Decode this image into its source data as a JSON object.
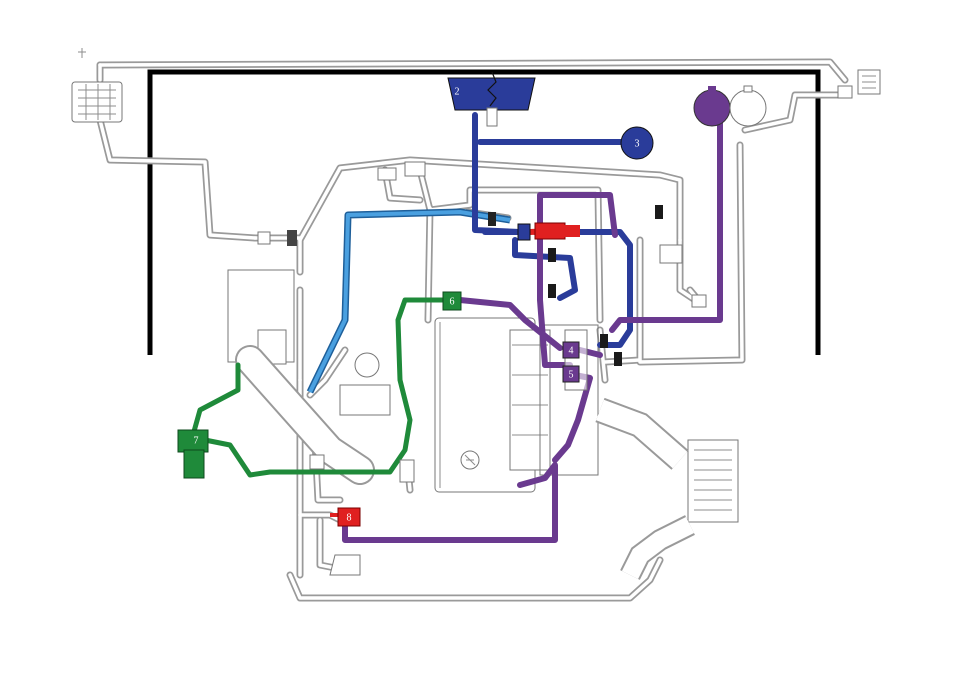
{
  "labels": [
    {
      "id": "2",
      "text": "2",
      "color": "#3a4ea8"
    },
    {
      "id": "3",
      "text": "3",
      "color": "#3a4ea8"
    },
    {
      "id": "4",
      "text": "4",
      "color": "#6a3a9a"
    },
    {
      "id": "5",
      "text": "5",
      "color": "#6a3a9a"
    },
    {
      "id": "6",
      "text": "6",
      "color": "#1f8a3a"
    },
    {
      "id": "7",
      "text": "7",
      "color": "#1f8a3a"
    },
    {
      "id": "8",
      "text": "8",
      "color": "#d82a2a"
    }
  ],
  "colors": {
    "frame": "#000000",
    "hose_gray": "#9a9a9a",
    "light_blue": "#3b8fd0",
    "dark_blue": "#2a3c9a",
    "purple": "#6a3a8f",
    "green": "#1f8a3a",
    "red": "#e02020",
    "background": "#ffffff"
  },
  "icons": [
    "valve-icon",
    "check-valve-icon",
    "sphere-icon",
    "filter-icon",
    "connector-icon"
  ]
}
